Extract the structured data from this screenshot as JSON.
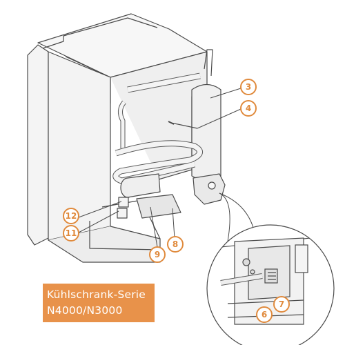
{
  "caption": {
    "line1": "Kühlschrank-Serie",
    "line2": "N4000/N3000"
  },
  "callouts": [
    {
      "id": "3",
      "label": "3"
    },
    {
      "id": "4",
      "label": "4"
    },
    {
      "id": "12",
      "label": "12"
    },
    {
      "id": "11",
      "label": "11"
    },
    {
      "id": "9",
      "label": "9"
    },
    {
      "id": "8",
      "label": "8"
    },
    {
      "id": "7",
      "label": "7"
    },
    {
      "id": "6",
      "label": "6"
    }
  ],
  "colors": {
    "line": "#4a4a4a",
    "body": "#f2f2f2",
    "callout": "#e08a3c",
    "caption_bg": "#e8924a",
    "caption_text": "#ffffff"
  }
}
